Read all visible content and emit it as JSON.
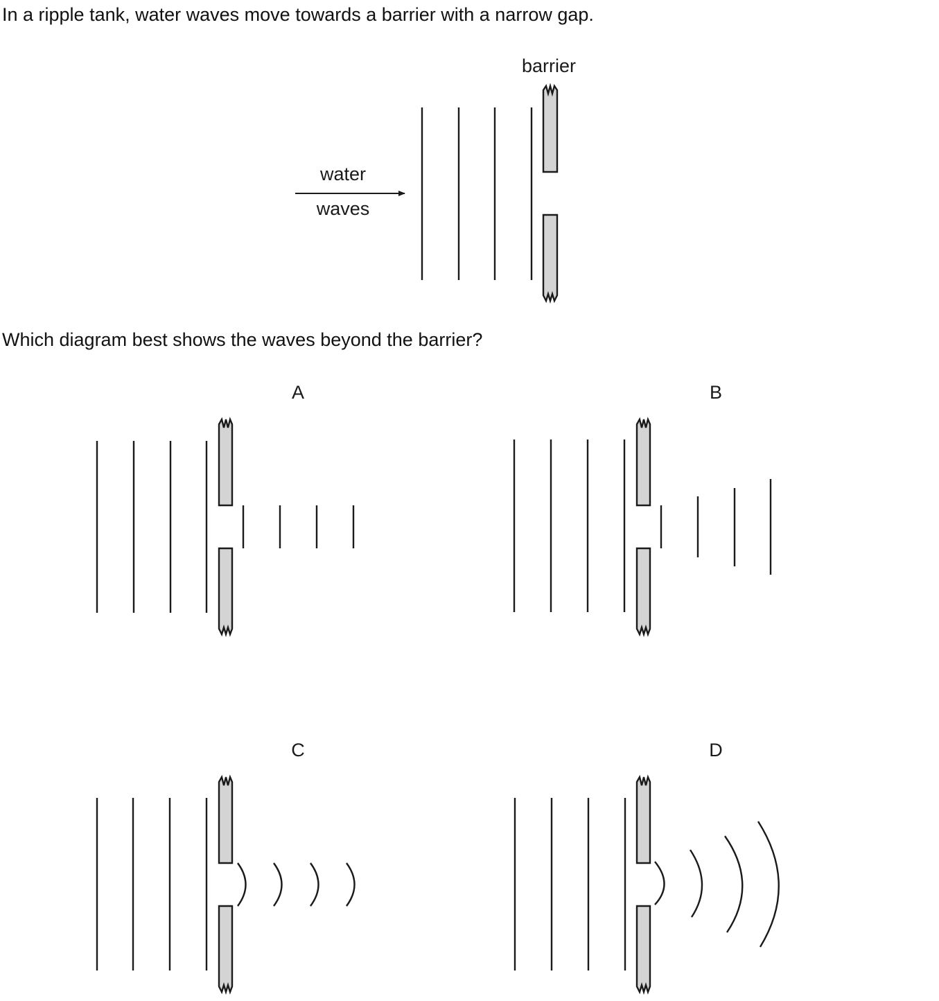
{
  "question": {
    "intro": "In a ripple tank, water waves move towards a barrier with a narrow gap.",
    "prompt": "Which diagram best shows the waves beyond the barrier?"
  },
  "diagram": {
    "barrier_label": "barrier",
    "arrow_label_top": "water",
    "arrow_label_bottom": "waves"
  },
  "options": [
    {
      "letter": "A",
      "pattern": "straight-equal-short"
    },
    {
      "letter": "B",
      "pattern": "straight-growing"
    },
    {
      "letter": "C",
      "pattern": "curved-equal-short"
    },
    {
      "letter": "D",
      "pattern": "curved-growing"
    }
  ],
  "colors": {
    "barrier_fill": "#d4d4d4",
    "line": "#1a1a1a"
  }
}
